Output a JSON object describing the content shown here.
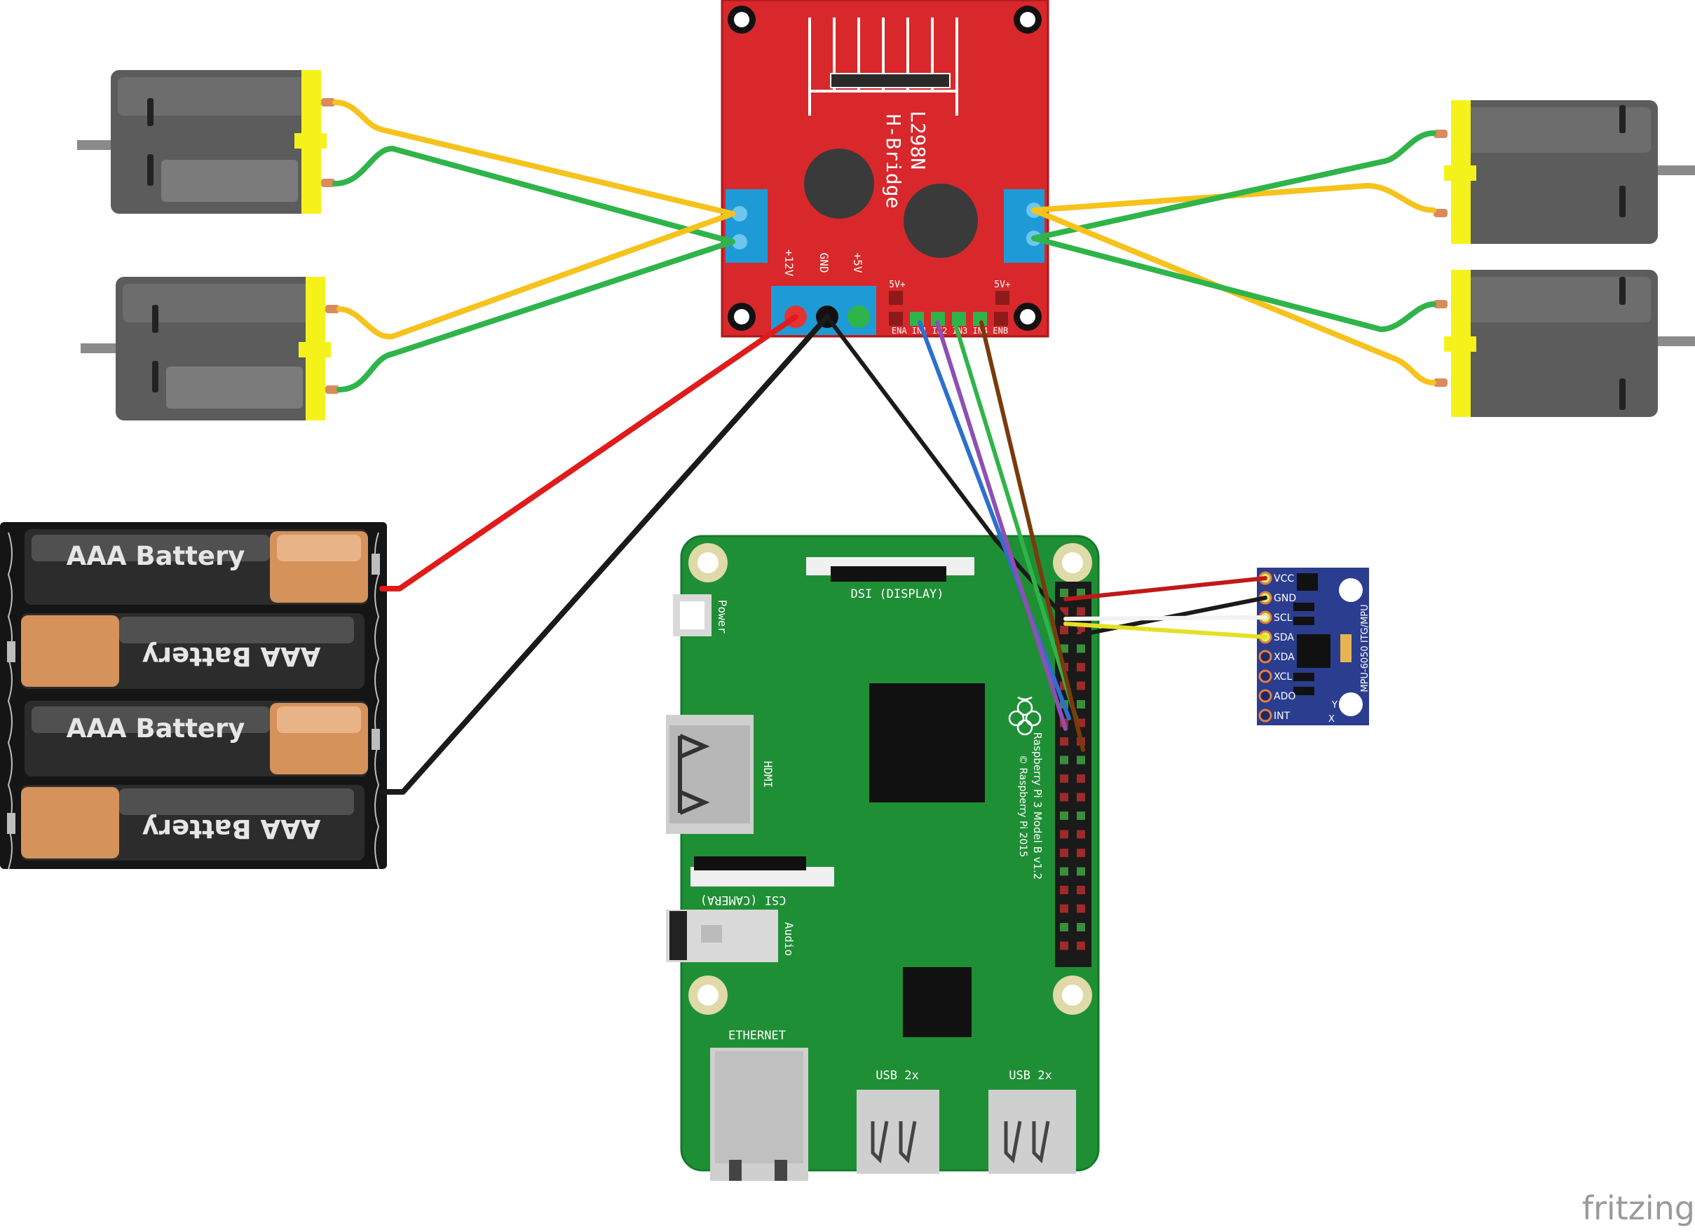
{
  "hbridge": {
    "title_line1": "L298N",
    "title_line2": "H-Bridge",
    "pin_12v": "+12V",
    "pin_gnd": "GND",
    "pin_5v": "+5V",
    "jumper_left": "5V+",
    "jumper_right": "5V+",
    "logic_pins": "ENA IN1 IN2 IN3 IN4 ENB",
    "color": "#d8282b"
  },
  "raspberry_pi": {
    "dsi_label": "DSI (DISPLAY)",
    "power_label": "Power",
    "hdmi_label": "HDMI",
    "csi_label": "CSI (CAMERA)",
    "audio_label": "Audio",
    "ethernet_label": "ETHERNET",
    "usb_label_1": "USB 2x",
    "usb_label_2": "USB 2x",
    "model_label": "Raspberry Pi 3 Model B v1.2",
    "copyright_label": "© Raspberry Pi 2015",
    "color": "#1f8f35"
  },
  "batteries": {
    "labels": [
      "AAA Battery",
      "AAA Battery",
      "AAA Battery",
      "AAA Battery"
    ]
  },
  "mpu": {
    "pins": [
      "VCC",
      "GND",
      "SCL",
      "SDA",
      "XDA",
      "XCL",
      "ADO",
      "INT"
    ],
    "board_label": "MPU-6050 ITG/MPU",
    "axis_y": "Y",
    "axis_x": "X",
    "color": "#2b3d8f"
  },
  "wires": {
    "yellow": "#f6c21c",
    "green": "#2fb44a",
    "red": "#e01b1b",
    "black": "#1a1a1a",
    "blue": "#2c6fd0",
    "purple": "#8e4fb4",
    "brown": "#7a3a0c",
    "white": "#f2f2f2"
  },
  "watermark": "fritzing"
}
